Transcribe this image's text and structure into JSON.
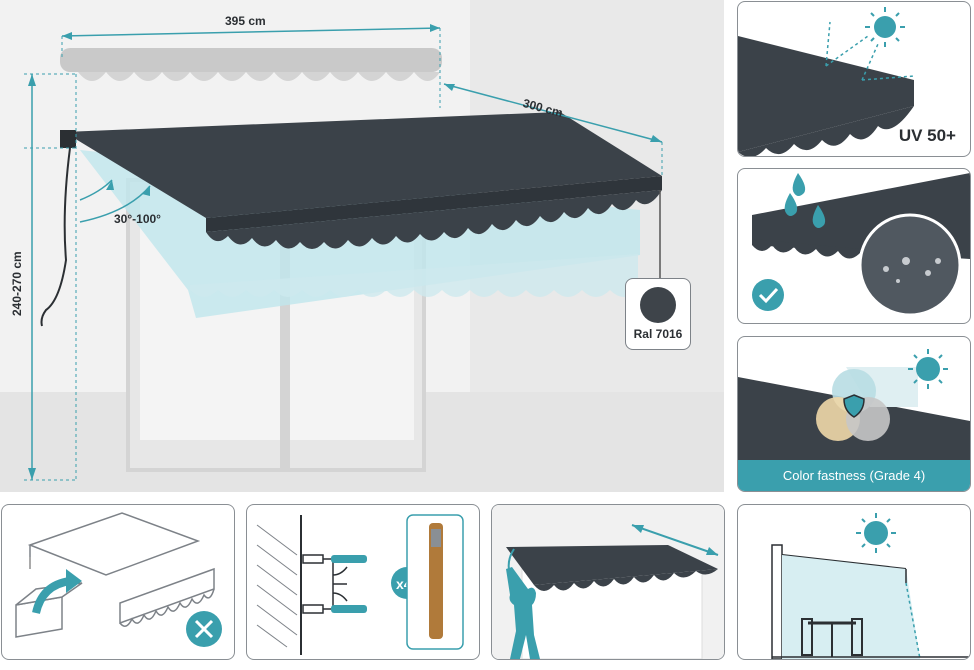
{
  "main": {
    "width_label": "395 cm",
    "depth_label": "300 cm",
    "height_label": "240-270 cm",
    "angle_label": "30°-100°",
    "color_code": "Ral 7016"
  },
  "features": {
    "uv_label": "UV 50+",
    "color_fastness_label": "Color fastness (Grade 4)"
  },
  "bottom_row": {
    "anchor_count": "x4"
  },
  "colors": {
    "fabric": "#3b4249",
    "accent": "#3a9fad",
    "wall": "#ececec"
  }
}
